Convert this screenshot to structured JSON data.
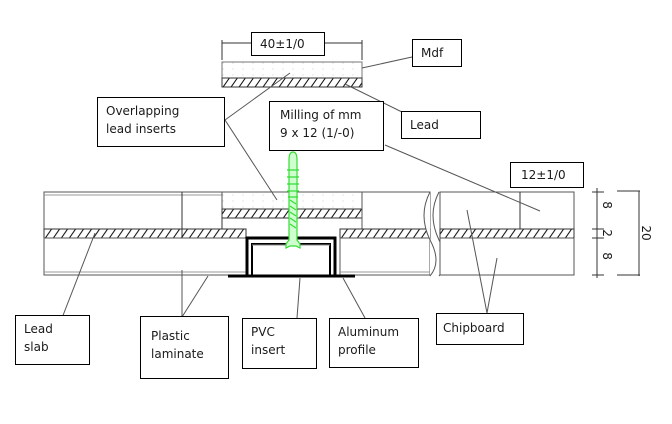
{
  "labels": {
    "mdf": "Mdf",
    "lead": "Lead",
    "overlapping": [
      "Overlapping",
      "lead inserts"
    ],
    "milling": [
      "Milling of mm",
      "9 x 12 (1/-0)"
    ],
    "lead_slab": [
      "Lead",
      "slab"
    ],
    "plastic_laminate": [
      "Plastic",
      "laminate"
    ],
    "pvc_insert": [
      "PVC",
      "insert"
    ],
    "aluminum_profile": [
      "Aluminum",
      "profile"
    ],
    "chipboard": "Chipboard"
  },
  "dimensions": {
    "width_top": "40±1/0",
    "thickness_right": "12±1/0",
    "layer_top": "8",
    "layer_mid": "2",
    "layer_bottom": "8",
    "total": "20"
  },
  "colors": {
    "screw": "#33dd33",
    "line": "#000000",
    "leader": "#555555"
  }
}
